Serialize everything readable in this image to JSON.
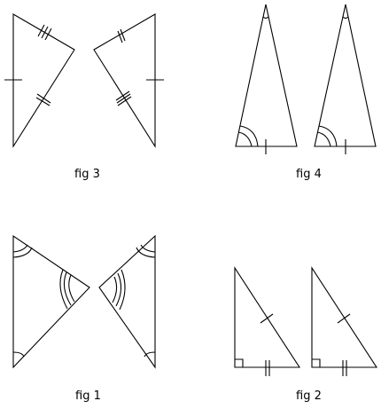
{
  "figures": [
    {
      "id": "fig3",
      "caption": "fig 3"
    },
    {
      "id": "fig4",
      "caption": "fig 4"
    },
    {
      "id": "fig1",
      "caption": "fig 1"
    },
    {
      "id": "fig2",
      "caption": "fig 2"
    }
  ],
  "colors": {
    "stroke": "#000000",
    "background": "#ffffff"
  }
}
